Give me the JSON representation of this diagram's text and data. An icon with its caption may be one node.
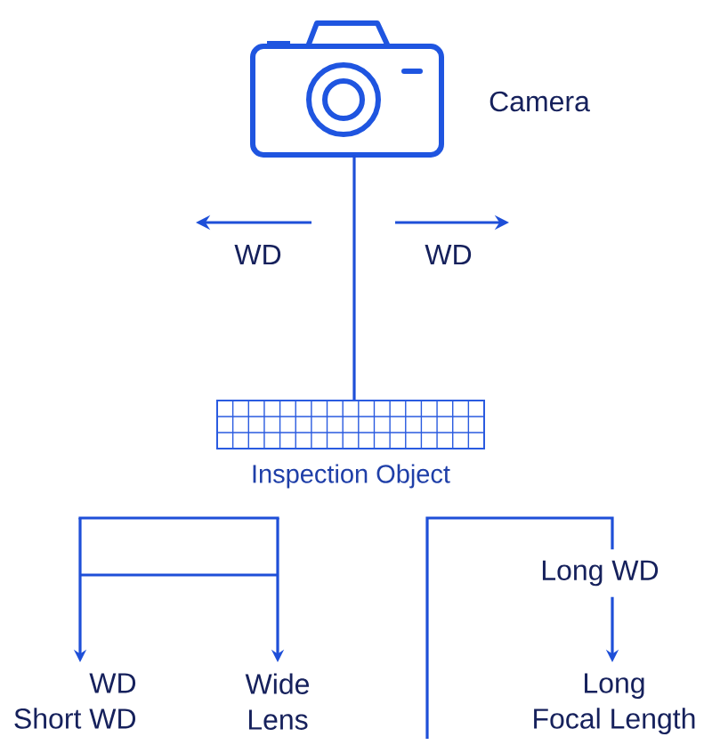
{
  "diagram": {
    "nodes": [
      {
        "text": [],
        "shape": "picture",
        "beside": [
          "Camera"
        ]
      },
      {
        "text": [
          "Inspection Object"
        ]
      },
      {
        "text": [
          "WD Short WD"
        ]
      },
      {
        "text": [
          "Wide Lens"
        ]
      },
      {
        "text": [
          "Long WD"
        ]
      },
      {
        "text": [
          "Long Focal Length"
        ]
      }
    ],
    "edges": [
      {
        "from": 0,
        "to": 1,
        "arrow": "none"
      },
      {
        "from": null,
        "to": 2,
        "arrow": "to"
      },
      {
        "from": null,
        "to": 3,
        "arrow": "to"
      },
      {
        "from": null,
        "to": 4,
        "arrow": "none"
      },
      {
        "from": 4,
        "to": 5,
        "arrow": "to"
      }
    ],
    "labels": [
      "WD",
      "WD"
    ]
  }
}
